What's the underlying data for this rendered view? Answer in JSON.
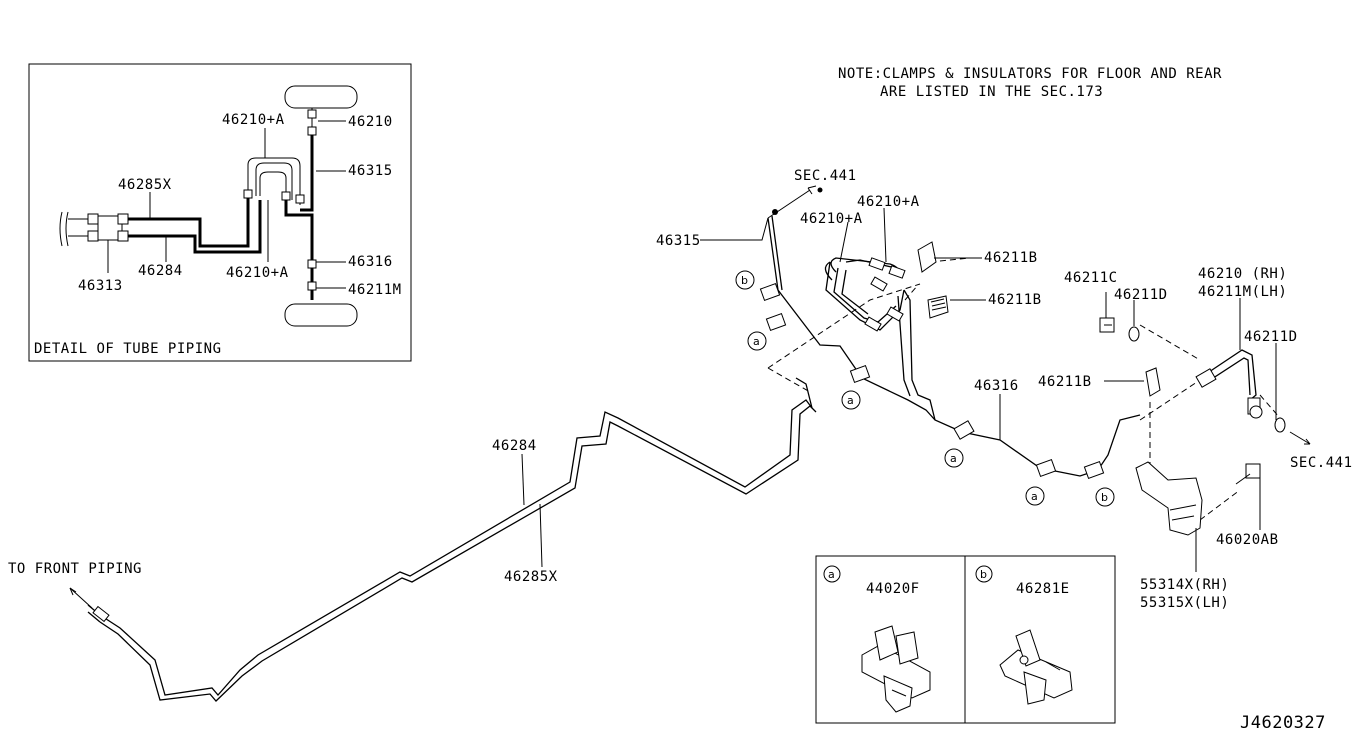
{
  "note": {
    "line1": "NOTE:CLAMPS & INSULATORS FOR FLOOR AND REAR",
    "line2": "ARE LISTED IN THE SEC.173"
  },
  "detail": {
    "caption": "DETAIL OF TUBE PIPING",
    "labels": {
      "l46210a": "46210+A",
      "l46210": "46210",
      "l46315": "46315",
      "l46285x": "46285X",
      "l46284": "46284",
      "l46313": "46313",
      "l46210a2": "46210+A",
      "l46316": "46316",
      "l46211m": "46211M"
    }
  },
  "main": {
    "sec441_top": "SEC.441",
    "l46315": "46315",
    "l46210a_1": "46210+A",
    "l46210a_2": "46210+A",
    "l46211b_1": "46211B",
    "l46211b_2": "46211B",
    "l46211b_3": "46211B",
    "l46211c": "46211C",
    "l46211d_1": "46211D",
    "l46211d_2": "46211D",
    "l46210rh": "46210 (RH)",
    "l46211mlh": "46211M(LH)",
    "l46316": "46316",
    "sec441_right": "SEC.441",
    "l46020ab": "46020AB",
    "l55314x": "55314X(RH)",
    "l55315x": "55315X(LH)",
    "l46284": "46284",
    "l46285x": "46285X",
    "front": "TO FRONT PIPING",
    "callout_a": "a",
    "callout_b": "b"
  },
  "inset": {
    "a_mark": "a",
    "a_part": "44020F",
    "b_mark": "b",
    "b_part": "46281E"
  },
  "diagram_id": "J4620327"
}
